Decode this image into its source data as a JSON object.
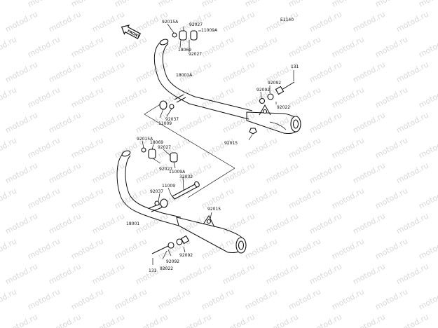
{
  "diagram": {
    "code": "E1140",
    "front_label": "FRONT",
    "watermark": "motod.ru",
    "labels": {
      "l92015A_top": "92015A",
      "l92027_top1": "92027",
      "l11009A_top": "11009A",
      "l18069_top": "18069",
      "l92027_top2": "92027",
      "l18001A": "18001A",
      "l131_top": "131",
      "l92092_top1": "92092",
      "l92092_top2": "92092",
      "l92022_top": "92022",
      "l92037_top": "92037",
      "l11009_top": "11009",
      "l92015_top": "92015",
      "l92015A_bot": "92015A",
      "l18069_bot": "18069",
      "l92027_bot1": "92027",
      "l92027_bot2": "92027",
      "l11009A_bot": "11009A",
      "l32032": "32032",
      "l11009_bot": "11009",
      "l92037_bot": "92037",
      "l18001": "18001",
      "l92015_bot": "92015",
      "l92092_bot1": "92092",
      "l92092_bot2": "92092",
      "l92022_bot": "92022",
      "l131_bot": "131"
    }
  }
}
